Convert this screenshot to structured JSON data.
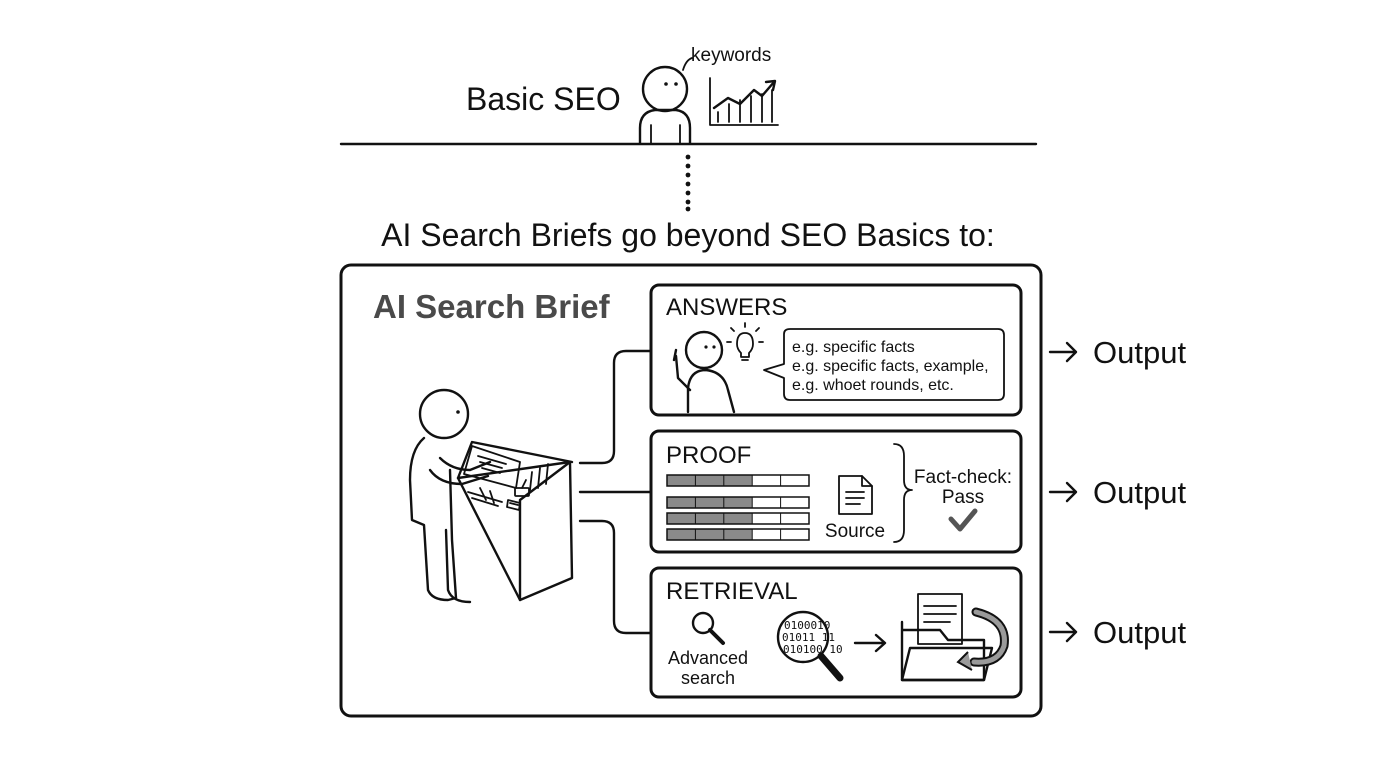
{
  "top": {
    "label": "Basic SEO",
    "speech": "keywords"
  },
  "headline": "AI Search Briefs go beyond SEO Basics to:",
  "brief": {
    "title": "AI Search Brief"
  },
  "sections": {
    "answers": {
      "title": "ANSWERS",
      "bubble_lines": [
        "e.g. specific facts",
        "e.g. specific facts, example,",
        "e.g. whoet rounds, etc."
      ]
    },
    "proof": {
      "title": "PROOF",
      "source_label": "Source",
      "factcheck_line1": "Fact-check:",
      "factcheck_line2": "Pass"
    },
    "retrieval": {
      "title": "RETRIEVAL",
      "search_line1": "Advanced",
      "search_line2": "search",
      "binary_lines": [
        "0100010",
        "01011 11",
        "010100 10"
      ]
    }
  },
  "outputs": [
    "Output",
    "Output",
    "Output"
  ],
  "colors": {
    "ink": "#111111",
    "title_gray": "#4a4a4a",
    "bar_fill": "#8a8a8a"
  }
}
